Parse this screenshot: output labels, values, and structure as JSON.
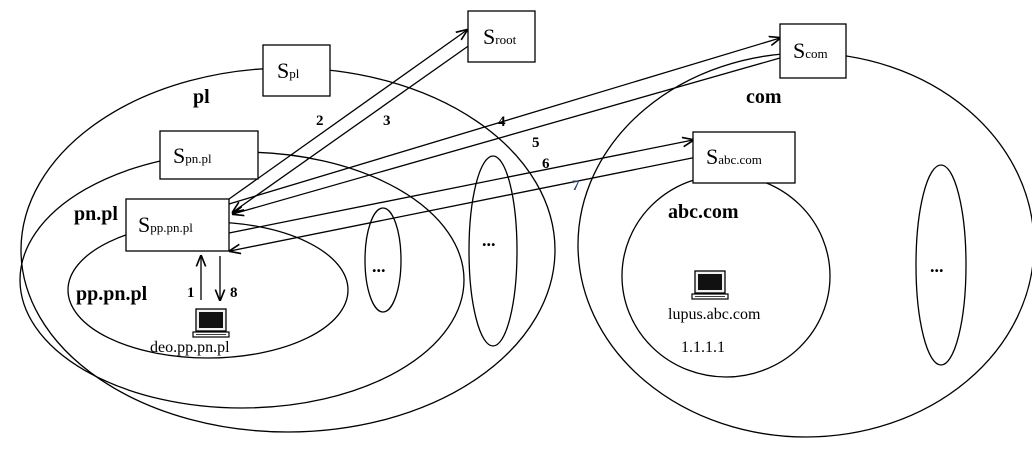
{
  "zones": {
    "pl": "pl",
    "pn_pl": "pn.pl",
    "pp_pn_pl": "pp.pn.pl",
    "com": "com",
    "abc_com": "abc.com"
  },
  "servers": {
    "root": {
      "main": "S",
      "sub": "root"
    },
    "pl": {
      "main": "S",
      "sub": "pl"
    },
    "com": {
      "main": "S",
      "sub": "com"
    },
    "pn_pl": {
      "main": "S",
      "sub": "pn.pl"
    },
    "abc_com": {
      "main": "S",
      "sub": "abc.com"
    },
    "pp_pn_pl": {
      "main": "S",
      "sub": "pp.pn.pl"
    }
  },
  "hosts": {
    "deo": "deo.pp.pn.pl",
    "lupus": "lupus.abc.com",
    "lupus_ip": "1.1.1.1"
  },
  "steps": [
    "1",
    "2",
    "3",
    "4",
    "5",
    "6",
    "7",
    "8"
  ],
  "ellipsis": "..."
}
